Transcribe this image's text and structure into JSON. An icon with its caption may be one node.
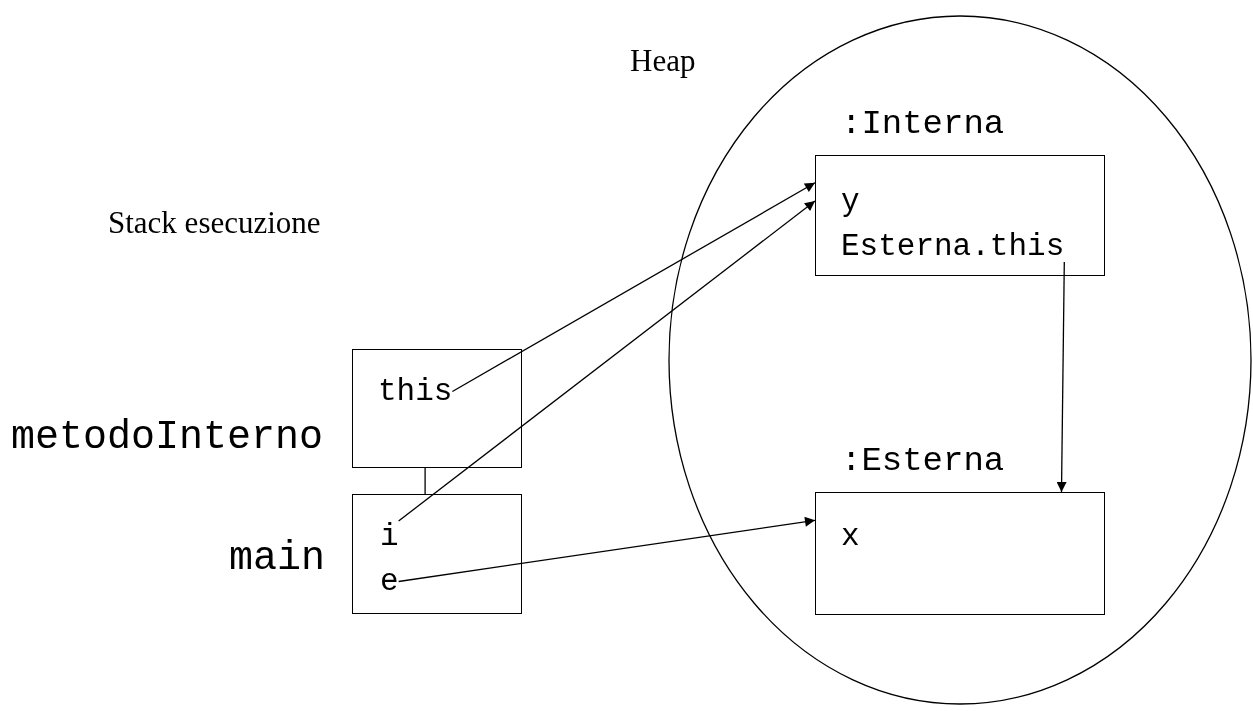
{
  "diagram": {
    "nodes": [
      {
        "text": [
          "Heap"
        ]
      },
      {
        "text": [
          ":Interna"
        ],
        "in": 0
      },
      {
        "text": [
          "y"
        ],
        "in": 1
      },
      {
        "text": [
          "Esterna.this"
        ],
        "in": 1
      },
      {
        "text": [
          ":Esterna"
        ],
        "in": 0
      },
      {
        "text": [
          "x"
        ],
        "in": 4
      },
      {
        "text": [],
        "shape": "box",
        "beside": [
          "metodoInterno"
        ]
      },
      {
        "text": [
          "this"
        ],
        "in": 6
      },
      {
        "text": [],
        "shape": "box",
        "beside": [
          "main"
        ]
      },
      {
        "text": [
          "i"
        ],
        "in": 8
      },
      {
        "text": [
          "e"
        ],
        "in": 8
      }
    ],
    "edges": [
      {
        "from": 7,
        "to": 1,
        "arrow": "to"
      },
      {
        "from": 9,
        "to": 1,
        "arrow": "to"
      },
      {
        "from": 10,
        "to": 4,
        "arrow": "to"
      },
      {
        "from": 3,
        "to": 4,
        "arrow": "to"
      },
      {
        "from": 6,
        "to": 8,
        "arrow": "none"
      }
    ],
    "labels": [
      "Stack esecuzione"
    ]
  }
}
